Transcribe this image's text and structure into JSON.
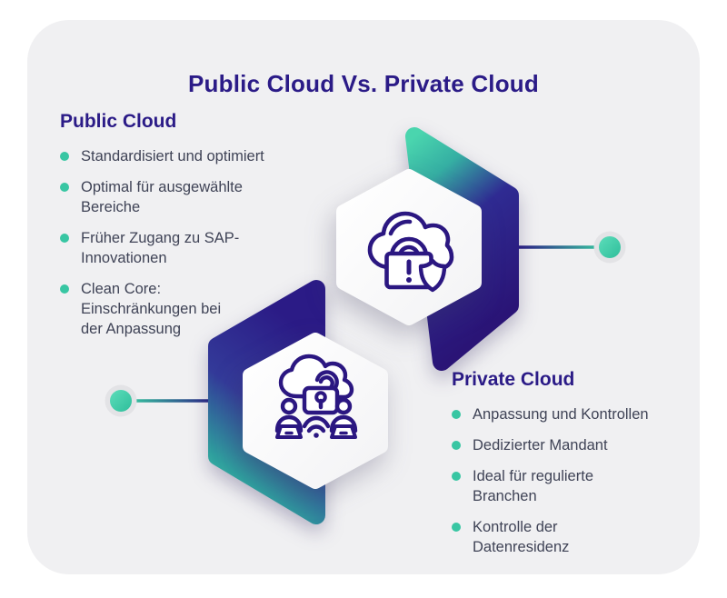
{
  "title": "Public Cloud Vs. Private Cloud",
  "sections": {
    "public": {
      "heading": "Public Cloud",
      "items": [
        "Standardisiert und optimiert",
        "Optimal für ausgewählte\nBereiche",
        "Früher Zugang zu SAP-\nInnovationen",
        "Clean Core:\nEinschränkungen bei\nder Anpassung"
      ]
    },
    "private": {
      "heading": "Private Cloud",
      "items": [
        "Anpassung und Kontrollen",
        "Dedizierter Mandant",
        "Ideal für regulierte\nBranchen",
        "Kontrolle der\nDatenresidenz"
      ]
    }
  },
  "icons": {
    "public": "cloud-lock-shield-icon",
    "private": "cloud-unlock-collaboration-icon"
  },
  "colors": {
    "title": "#2B1B87",
    "heading": "#2B1B87",
    "body_text": "#3F4356",
    "bullet": "#38C6A3",
    "card_background": "#F0F0F2",
    "icon_stroke": "#2B1781",
    "gradient_teal": "#4AD5AE",
    "gradient_indigo": "#2A1476",
    "connector_ring": "#E3E3E6"
  }
}
